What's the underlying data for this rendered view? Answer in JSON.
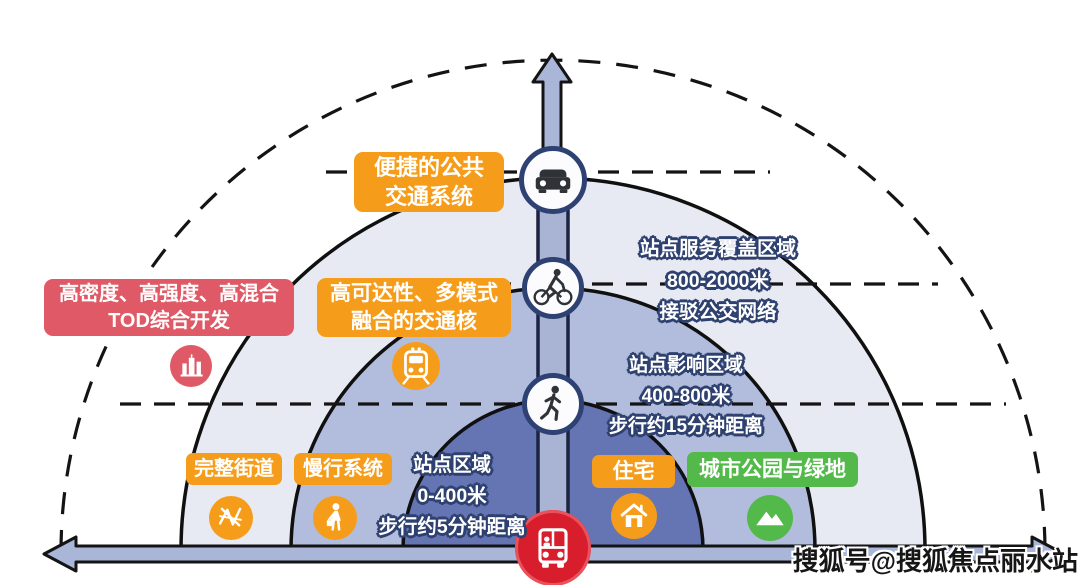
{
  "diagram": {
    "labels": {
      "public_transport": "便捷的公共\n交通系统",
      "tod": "高密度、高强度、高混合\nTOD综合开发",
      "transport_core": "高可达性、多模式\n融合的交通核",
      "complete_streets": "完整街道",
      "slow_traffic": "慢行系统",
      "residential": "住宅",
      "parks": "城市公园与绿地"
    },
    "annotations": {
      "coverage": "站点服务覆盖区域\n800-2000米\n接驳公交网络",
      "influence": "站点影响区域\n400-800米\n步行约15分钟距离",
      "station": "站点区域\n0-400米\n步行约5分钟距离"
    },
    "watermark": "搜狐号@搜狐焦点丽水站",
    "icons": {
      "outer_ring_mode": "car-icon",
      "middle_ring_mode": "bicycle-icon",
      "inner_ring_mode": "pedestrian-icon",
      "center_mode": "bus-icon",
      "tod_marker": "city-buildings-icon",
      "core_marker": "metro-train-icon",
      "streets_marker": "street-network-icon",
      "slow_traffic_marker": "walking-person-icon",
      "residential_marker": "house-icon",
      "parks_marker": "mountains-icon"
    },
    "colors": {
      "orange": "#F59D1A",
      "red_label": "#E05966",
      "bus_red": "#D81E2C",
      "green": "#53B94A",
      "zone_station": "#6574B2",
      "zone_influence": "#B2BCDC",
      "zone_coverage": "#E8EAF3",
      "axis_fill": "#A9B6D8",
      "circle_border": "#2E4173",
      "text_outline": "#2E4170"
    }
  }
}
